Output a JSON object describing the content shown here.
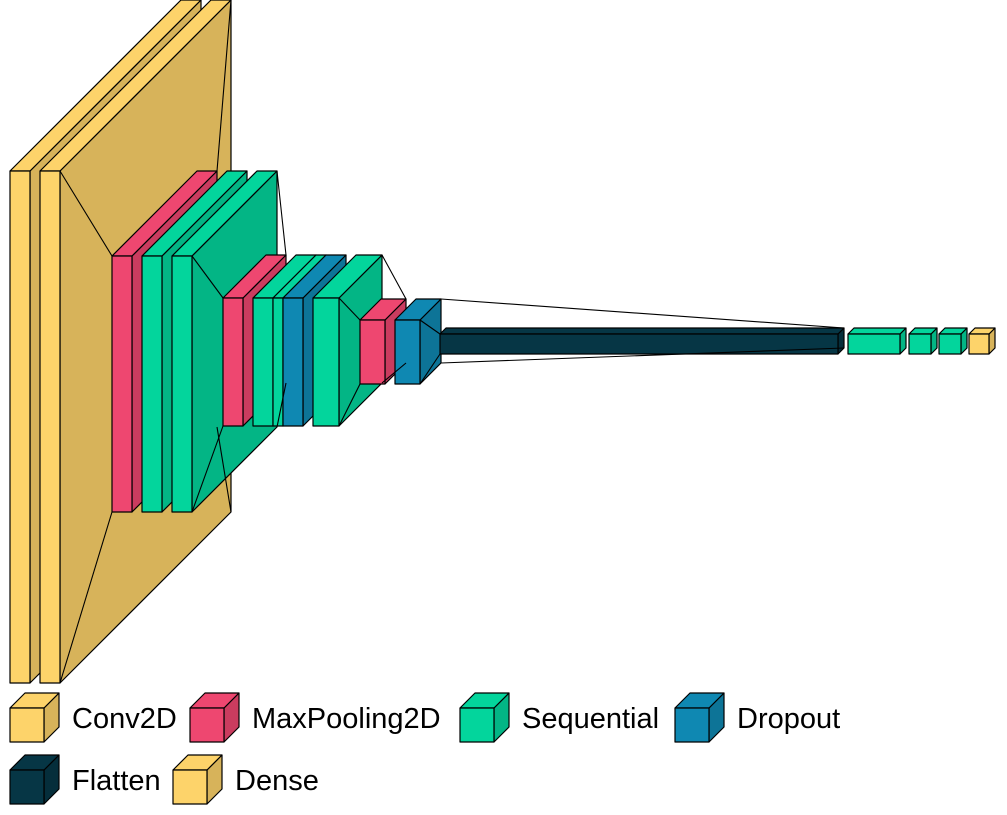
{
  "colors": {
    "conv2d": "#FDD36A",
    "maxpooling2d": "#EE4770",
    "sequential": "#03D59C",
    "dropout": "#0F88B2",
    "flatten": "#063645",
    "dense": "#FDD36A",
    "outline": "#000000",
    "background": "#FFFFFF"
  },
  "layers": [
    {
      "type": "conv2d"
    },
    {
      "type": "conv2d"
    },
    {
      "type": "maxpooling2d"
    },
    {
      "type": "sequential"
    },
    {
      "type": "sequential"
    },
    {
      "type": "maxpooling2d"
    },
    {
      "type": "sequential"
    },
    {
      "type": "sequential"
    },
    {
      "type": "dropout"
    },
    {
      "type": "sequential"
    },
    {
      "type": "maxpooling2d"
    },
    {
      "type": "dropout"
    },
    {
      "type": "flatten"
    },
    {
      "type": "sequential"
    },
    {
      "type": "sequential"
    },
    {
      "type": "sequential"
    },
    {
      "type": "dense"
    }
  ],
  "legend": {
    "items": [
      {
        "key": "conv2d",
        "label": "Conv2D"
      },
      {
        "key": "maxpooling2d",
        "label": "MaxPooling2D"
      },
      {
        "key": "sequential",
        "label": "Sequential"
      },
      {
        "key": "dropout",
        "label": "Dropout"
      },
      {
        "key": "flatten",
        "label": "Flatten"
      },
      {
        "key": "dense",
        "label": "Dense"
      }
    ]
  }
}
